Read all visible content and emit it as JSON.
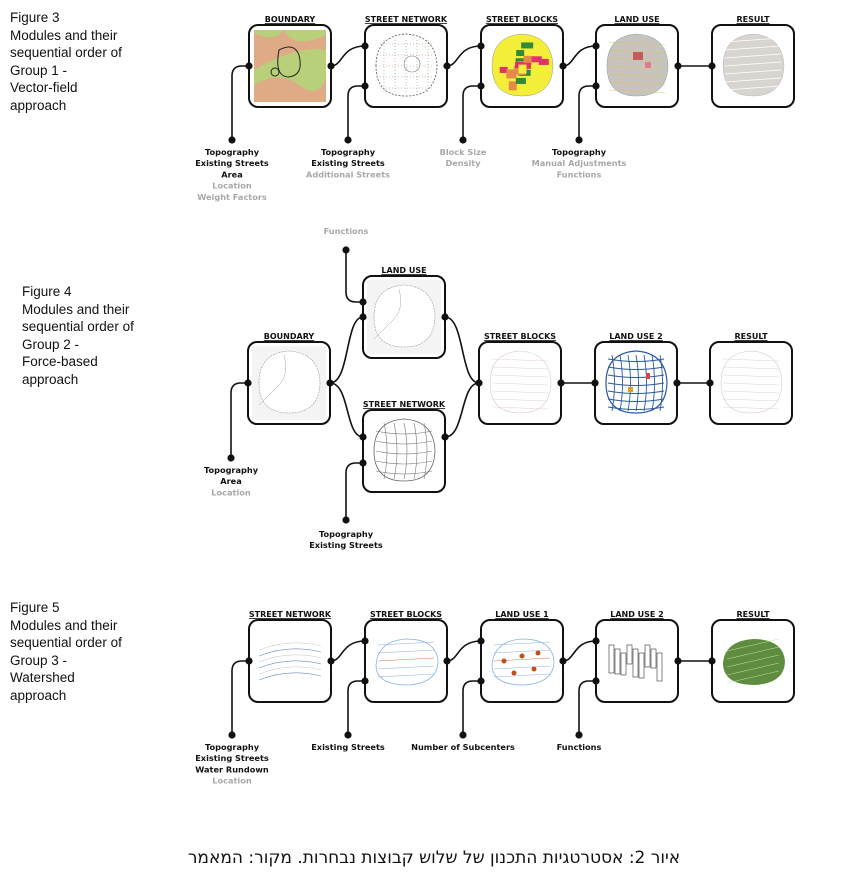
{
  "figures": [
    {
      "label": [
        "Figure 3",
        "Modules and their",
        "sequential order of",
        "Group 1 -",
        "Vector-field",
        "approach"
      ],
      "modules": [
        "BOUNDARY",
        "STREET NETWORK",
        "STREET BLOCKS",
        "LAND USE",
        "RESULT"
      ],
      "inputs": [
        {
          "primary": [
            "Topography",
            "Existing Streets",
            "Area"
          ],
          "secondary": [
            "Location",
            "Weight Factors"
          ]
        },
        {
          "primary": [
            "Topography",
            "Existing Streets"
          ],
          "secondary": [
            "Additional Streets"
          ]
        },
        {
          "primary": [],
          "secondary": [
            "Block Size",
            "Density"
          ]
        },
        {
          "primary": [
            "Topography"
          ],
          "secondary": [
            "Manual Adjustments",
            "Functions"
          ]
        }
      ]
    },
    {
      "label": [
        "Figure 4",
        "Modules and their",
        "sequential order of",
        "Group 2 -",
        "Force-based",
        "approach"
      ],
      "modules": [
        "BOUNDARY",
        "LAND USE",
        "STREET NETWORK",
        "STREET BLOCKS",
        "LAND USE 2",
        "RESULT"
      ],
      "inputs": [
        {
          "primary": [
            "Topography",
            "Area"
          ],
          "secondary": [
            "Location"
          ]
        },
        {
          "primary": [],
          "secondary": [
            "Functions"
          ]
        },
        {
          "primary": [
            "Topography",
            "Existing Streets"
          ],
          "secondary": []
        }
      ]
    },
    {
      "label": [
        "Figure 5",
        "Modules and their",
        "sequential order of",
        "Group 3 -",
        "Watershed",
        "approach"
      ],
      "modules": [
        "STREET NETWORK",
        "STREET BLOCKS",
        "LAND USE 1",
        "LAND USE 2",
        "RESULT"
      ],
      "inputs": [
        {
          "primary": [
            "Topography",
            "Existing Streets",
            "Water Rundown"
          ],
          "secondary": [
            "Location"
          ]
        },
        {
          "primary": [
            "Existing Streets"
          ],
          "secondary": []
        },
        {
          "primary": [
            "Number of Subcenters"
          ],
          "secondary": []
        },
        {
          "primary": [
            "Functions"
          ],
          "secondary": []
        }
      ]
    }
  ],
  "thumb_colors": {
    "topo": [
      "#e9a08a",
      "#b9d07a",
      "#7fb35a"
    ],
    "blocks": [
      "#2f8a3a",
      "#f2ee3a",
      "#e0336b",
      "#e58b4a"
    ],
    "landuse": "#c8c4bd",
    "result": "#d8d4d0",
    "network": "#9aa6b8",
    "green": "#5f8d3f"
  },
  "caption": "איור 2: אסטרטגיות התכנון של שלוש קבוצות נבחרות. מקור: המאמר"
}
